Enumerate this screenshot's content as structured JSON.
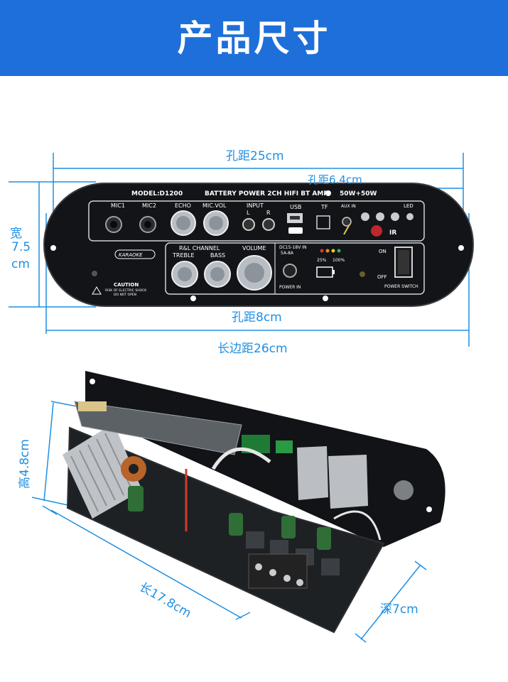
{
  "header": {
    "title": "产品尺寸"
  },
  "top_panel": {
    "dimensions": {
      "hole_distance_long": "孔距25cm",
      "hole_distance_short": "孔距6.4cm",
      "width_label": "宽",
      "width_value": "7.5",
      "width_unit": "cm",
      "hole_distance_bottom": "孔距8cm",
      "long_side": "长边距26cm"
    },
    "panel_text": {
      "model": "MODEL:D1200",
      "battery": "BATTERY POWER 2CH HIFI BT AMP",
      "power_rating": "50W+50W",
      "mic1": "MIC1",
      "mic2": "MIC2",
      "echo": "ECHO",
      "mic_vol": "MIC.VOL",
      "input": "INPUT",
      "input_l": "L",
      "input_r": "R",
      "usb": "USB",
      "tf": "TF",
      "aux_in": "AUX IN",
      "led": "LED",
      "ir": "IR",
      "karaoke": "KARAOKE",
      "rl_channel": "R&L CHANNEL",
      "treble": "TREBLE",
      "bass": "BASS",
      "volume": "VOLUME",
      "dc_in": "DC15-18V IN",
      "amps": "5A-8A",
      "pct25": "25%",
      "pct100": "100%",
      "power_in": "POWER IN",
      "on": "ON",
      "off": "OFF",
      "power_switch": "POWER SWITCH",
      "caution": "CAUTION",
      "caution_sub": "RISK OF ELECTRIC SHOCK",
      "caution_sub2": "DO NOT OPEN"
    }
  },
  "bottom_board": {
    "dimensions": {
      "height": "高4.8cm",
      "length": "长17.8cm",
      "depth": "深7cm"
    }
  },
  "colors": {
    "banner": "#1e6fd9",
    "dimension": "#1f8fe3",
    "panel": "#121417"
  }
}
